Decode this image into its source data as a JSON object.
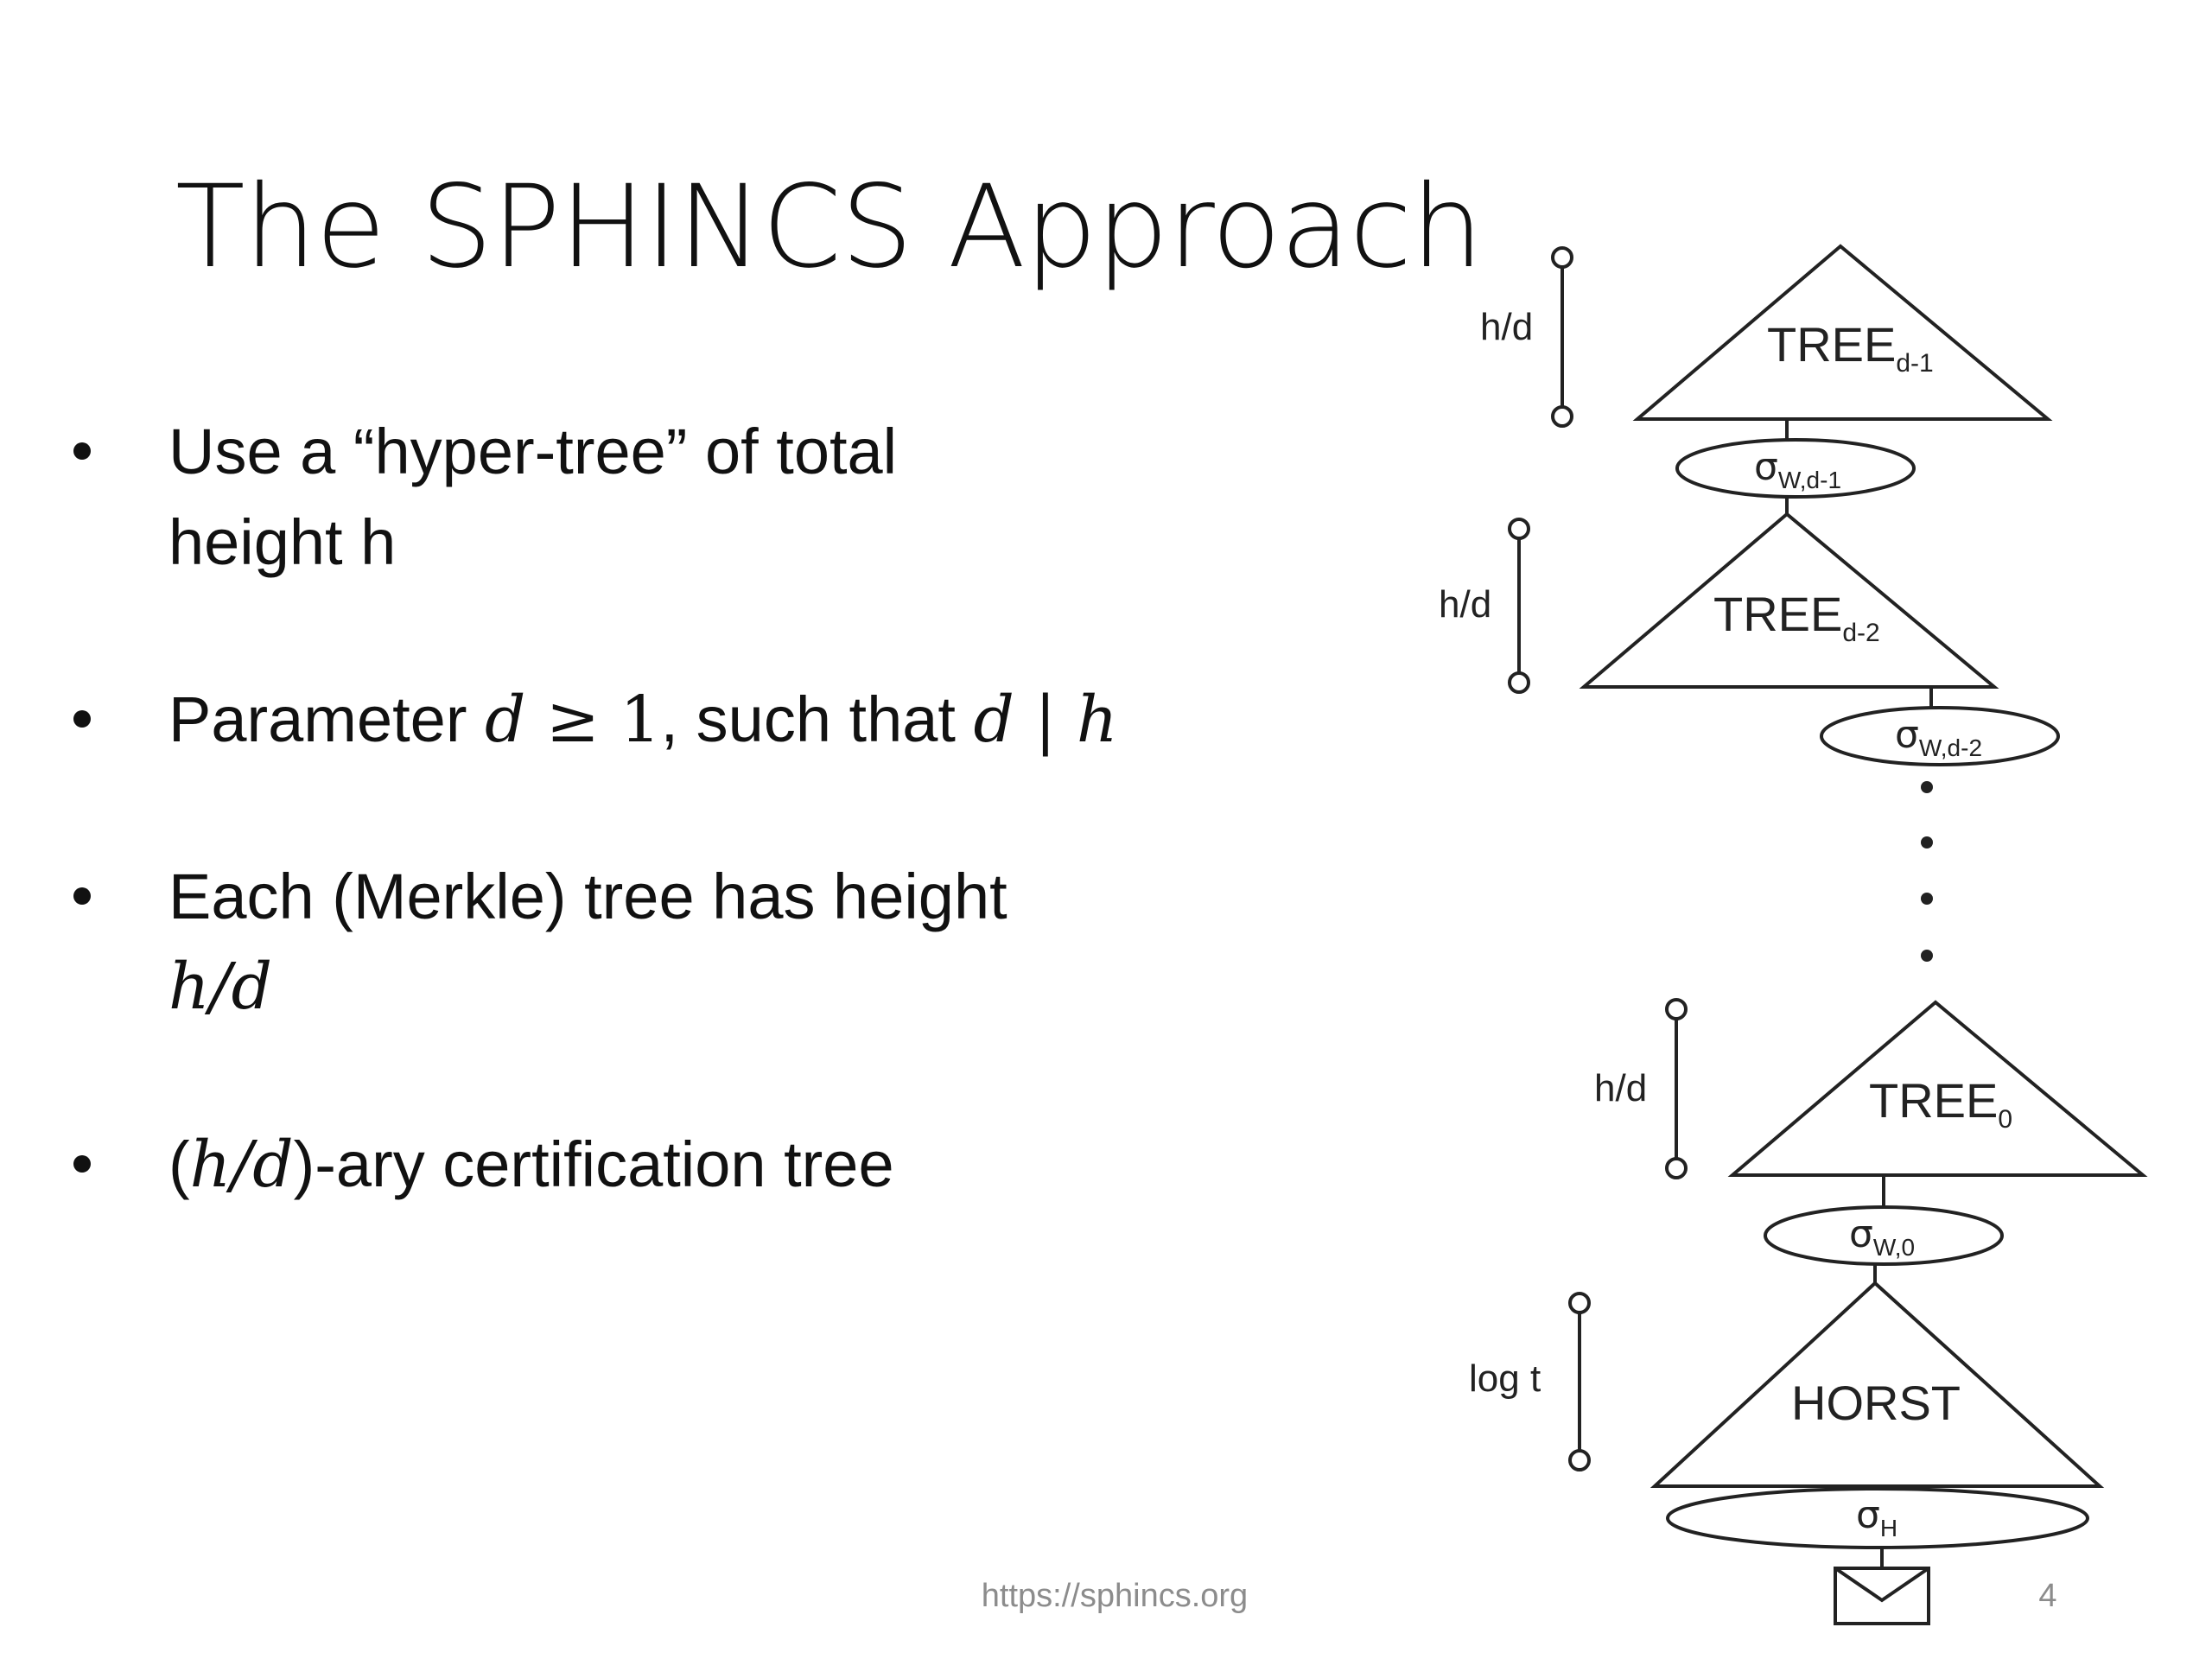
{
  "slide": {
    "title": "The SPHINCS Approach",
    "bullets": [
      {
        "lines": [
          "Use a “hyper-tree” of total",
          "height h"
        ]
      },
      {
        "prefix": "Parameter ",
        "math1": "d",
        "op1": " ≥ 1",
        "mid": ", such that ",
        "math2": "d",
        "op2": " | ",
        "math3": "h"
      },
      {
        "lines": [
          "Each (Merkle) tree has height"
        ],
        "math_line": "h/d"
      },
      {
        "open": "(",
        "math": "h/d",
        "close": ")",
        "rest": "-ary certification tree"
      }
    ],
    "footer_url": "https://sphincs.org",
    "page_number": "4"
  },
  "diagram": {
    "trees": [
      {
        "label": "TREE",
        "sub": "d-1",
        "height_label": "h/d"
      },
      {
        "label": "TREE",
        "sub": "d-2",
        "height_label": "h/d"
      },
      {
        "label": "TREE",
        "sub": "0",
        "height_label": "h/d"
      },
      {
        "label": "HORST",
        "sub": "",
        "height_label": "log t"
      }
    ],
    "signatures": [
      {
        "sym": "σ",
        "sub": "W,d-1"
      },
      {
        "sym": "σ",
        "sub": "W,d-2"
      },
      {
        "sym": "σ",
        "sub": "W,0"
      },
      {
        "sym": "σ",
        "sub": "H"
      }
    ],
    "message_icon": "envelope-icon"
  }
}
